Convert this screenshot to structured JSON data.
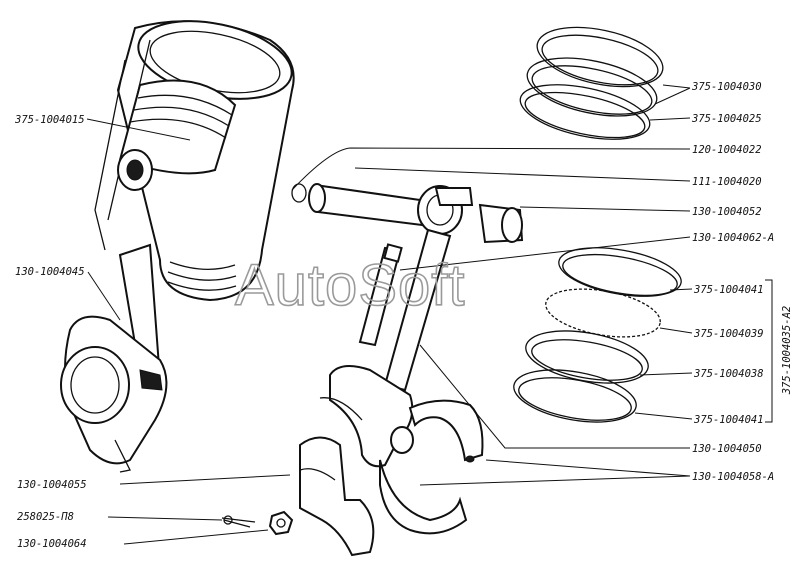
{
  "watermark": "AutoSoft",
  "labels": {
    "cyl_piston": "375-1004015",
    "conrod_assy": "130-1004045",
    "bottom_cap": "130-1004055",
    "cotter_pin": "258025-П8",
    "nut": "130-1004064",
    "rings_top": "375-1004030",
    "ring_lower": "375-1004025",
    "circlip": "120-1004022",
    "pin": "111-1004020",
    "bushing": "130-1004052",
    "bolt": "130-1004062-А",
    "ring_flat_upper": "375-1004041",
    "ring_expander": "375-1004039",
    "ring_wavy": "375-1004038",
    "ring_flat_lower": "375-1004041",
    "conrod": "130-1004050",
    "bearing_shells": "130-1004058-А",
    "oil_ring_set": "375-1004035-А2"
  }
}
